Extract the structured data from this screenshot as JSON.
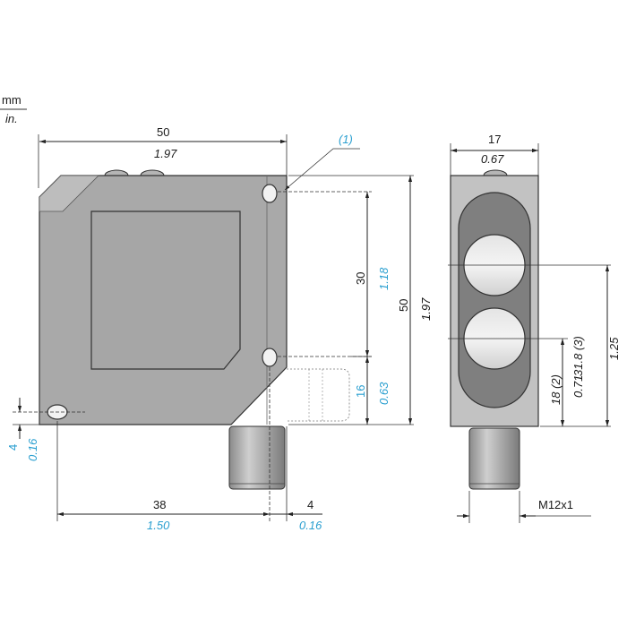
{
  "units": {
    "mm": "mm",
    "in": "in."
  },
  "front_view": {
    "width_mm": "50",
    "width_in": "1.97",
    "callout": "(1)",
    "hole_spacing_mm": "30",
    "hole_spacing_in": "1.18",
    "height_mm": "50",
    "height_in": "1.97",
    "connector_offset_mm": "16",
    "connector_offset_in": "0.63",
    "bottom_hole_offset_mm": "4",
    "bottom_hole_offset_in": "0.16",
    "hole_x_mm": "38",
    "hole_x_in": "1.50",
    "right_offset_mm": "4",
    "right_offset_in": "0.16"
  },
  "side_view": {
    "width_mm": "17",
    "width_in": "0.67",
    "lens_center_2": "18 (2)",
    "lens_center_2_in": "0.71",
    "lens_center_3": "31.8 (3)",
    "lens_center_3_in": "1.25",
    "thread": "M12x1"
  },
  "colors": {
    "body": "#a9a9a9",
    "dim_blue": "#2a9fd0"
  }
}
